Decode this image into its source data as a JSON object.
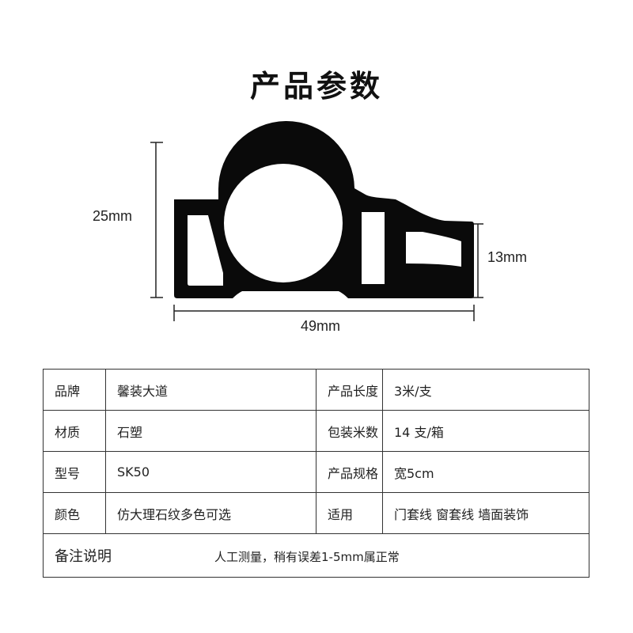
{
  "title": "产品参数",
  "dimensions": {
    "height_total": "25mm",
    "height_right": "13mm",
    "width": "49mm"
  },
  "profile": {
    "fill": "#0a0a0a"
  },
  "spec_table": {
    "rows": [
      {
        "label1": "品牌",
        "value1": "馨装大道",
        "label2": "产品长度",
        "value2": "3米/支"
      },
      {
        "label1": "材质",
        "value1": "石塑",
        "label2": "包装米数",
        "value2": "14 支/箱"
      },
      {
        "label1": "型号",
        "value1": "SK50",
        "label2": "产品规格",
        "value2": "宽5cm"
      },
      {
        "label1": "颜色",
        "value1": "仿大理石纹多色可选",
        "label2": "适用",
        "value2": "门套线 窗套线 墙面装饰"
      }
    ],
    "remark": {
      "label": "备注说明",
      "value": "人工测量，稍有误差1-5mm属正常"
    }
  }
}
